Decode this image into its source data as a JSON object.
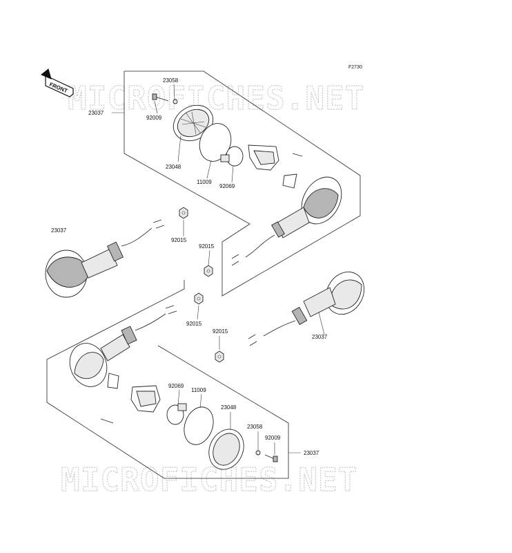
{
  "figure_code": "F2730",
  "front_label": "FRONT",
  "watermark_text": "MICROFICHES.NET",
  "parts": {
    "p23058_top": "23058",
    "p23037_top": "23037",
    "p92009_top": "92009",
    "p23048_top": "23048",
    "p11009_top": "11009",
    "p92069_top": "92069",
    "p23037_left": "23037",
    "p92015_a": "92015",
    "p92015_b": "92015",
    "p92015_c": "92015",
    "p92015_d": "92015",
    "p23037_right": "23037",
    "p92069_bottom": "92069",
    "p11009_bottom": "11009",
    "p23048_bottom": "23048",
    "p23058_bottom": "23058",
    "p92009_bottom": "92009",
    "p23037_bottom": "23037"
  }
}
